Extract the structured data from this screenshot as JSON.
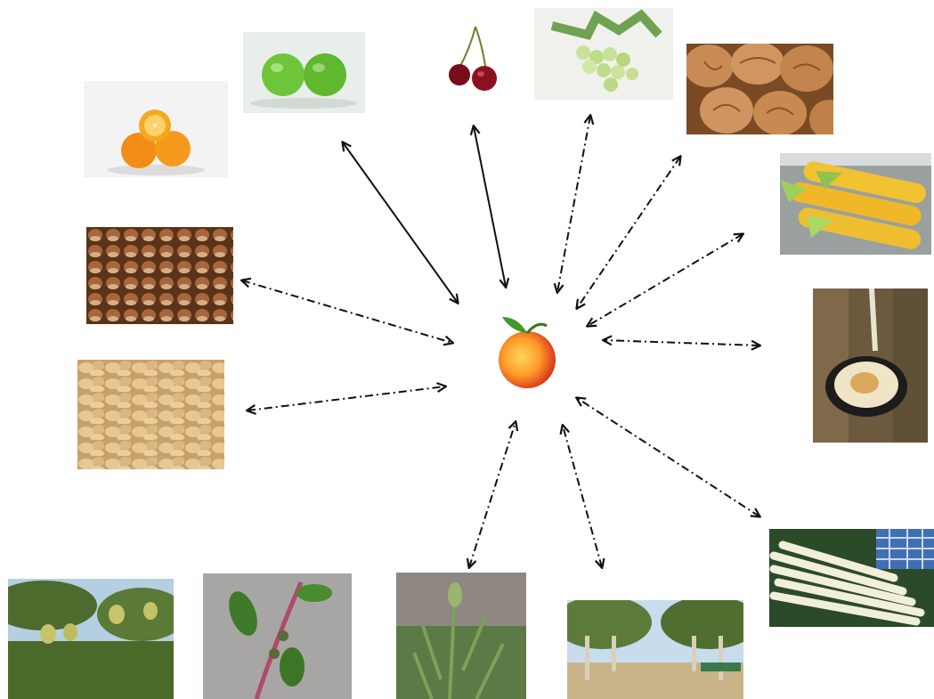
{
  "diagram": {
    "center": {
      "icon": "peach-icon"
    },
    "items": [
      {
        "icon": "oranges-icon",
        "link": "solid"
      },
      {
        "icon": "green-apples-icon",
        "link": "solid"
      },
      {
        "icon": "cherries-icon",
        "link": "solid"
      },
      {
        "icon": "grapes-icon",
        "link": "dash-dot"
      },
      {
        "icon": "walnuts-icon",
        "link": "dash-dot"
      },
      {
        "icon": "corn-icon",
        "link": "dash-dot"
      },
      {
        "icon": "plane-tree-icon",
        "link": "dash-dot"
      },
      {
        "icon": "asparagus-icon",
        "link": "dash-dot"
      },
      {
        "icon": "avenue-trees-icon",
        "link": "dash-dot"
      },
      {
        "icon": "weed-icon",
        "link": "dash-dot"
      },
      {
        "icon": "pellitory-icon",
        "link": "dash-dot"
      },
      {
        "icon": "olives-icon",
        "link": "dash-dot"
      },
      {
        "icon": "peanuts-icon",
        "link": "dash-dot"
      },
      {
        "icon": "hazelnuts-icon",
        "link": "dash-dot"
      }
    ],
    "colors": {
      "arrow": "#111111",
      "background": "#ffffff"
    }
  }
}
